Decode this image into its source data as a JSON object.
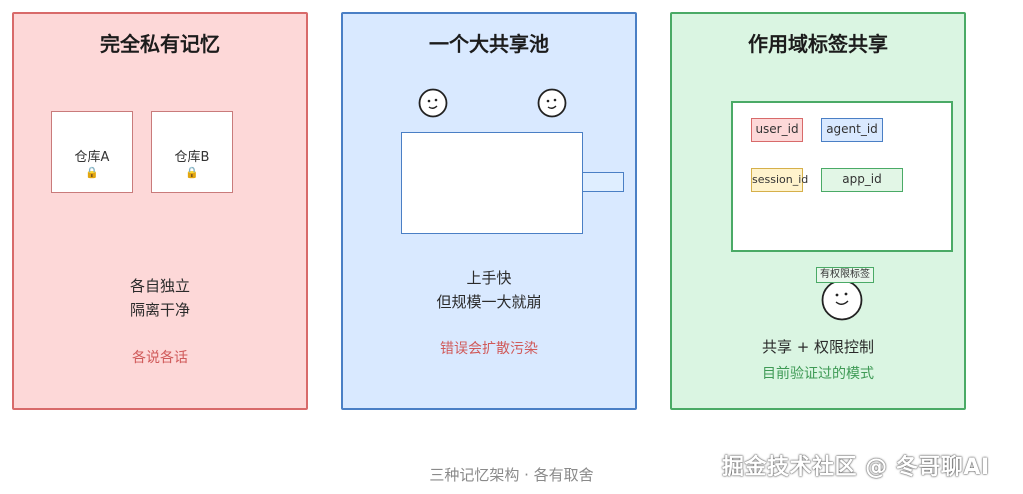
{
  "panels": {
    "private": {
      "title": "完全私有记忆",
      "repo_a": "仓库A",
      "repo_b": "仓库B",
      "lock_icon": "lock-icon",
      "desc_line1": "各自独立",
      "desc_line2": "隔离干净",
      "note": "各说各话"
    },
    "shared": {
      "title": "一个大共享池",
      "desc_line1": "上手快",
      "desc_line2": "但规模一大就崩",
      "note": "错误会扩散污染"
    },
    "scoped": {
      "title": "作用域标签共享",
      "tags": {
        "user_id": "user_id",
        "agent_id": "agent_id",
        "session_id": "session_id",
        "app_id": "app_id"
      },
      "perm_tag": "有权限标签",
      "desc": "共享 + 权限控制",
      "note": "目前验证过的模式"
    }
  },
  "colors": {
    "red": "#d86a6a",
    "blue": "#4a7fc5",
    "green": "#4aaa66"
  },
  "footer": "三种记忆架构 · 各有取舍",
  "watermark": "掘金技术社区 @ 冬哥聊AI"
}
